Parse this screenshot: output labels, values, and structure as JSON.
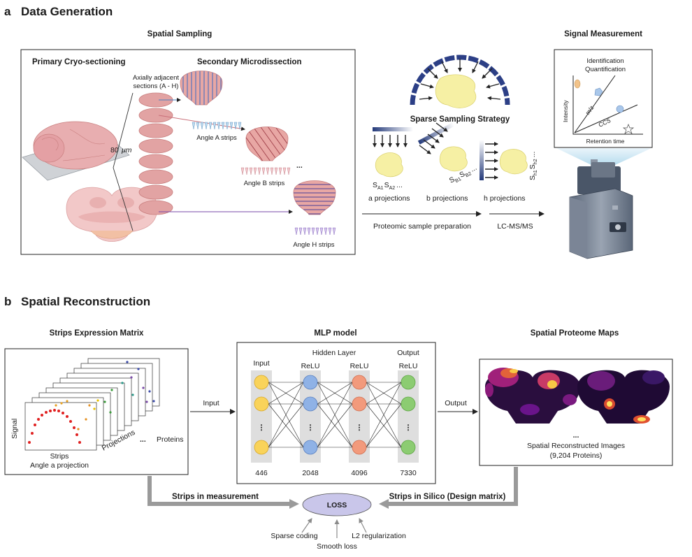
{
  "panel_a": {
    "letter": "a",
    "title": "Data Generation",
    "spatial_sampling": {
      "title": "Spatial Sampling",
      "primary_title": "Primary Cryo-sectioning",
      "secondary_title": "Secondary Microdissection",
      "axial_line1": "Axially adjacent",
      "axial_line2": "sections (A - H)",
      "thickness_value": "80",
      "thickness_unit": "μm",
      "angle_a": "Angle A strips",
      "angle_b": "Angle B strips",
      "angle_h": "Angle H strips",
      "ellipsis": "..."
    },
    "sparse": {
      "title": "Sparse Sampling Strategy",
      "a_projections": "a projections",
      "b_projections": "b projections",
      "h_projections": "h projections",
      "sa": "S",
      "sa_sub1": "A1",
      "sa_sub2": "A2",
      "sb": "S",
      "sb_sub1": "B1",
      "sb_sub2": "B2",
      "sh": "S",
      "sh_sub1": "h1",
      "sh_sub2": "h2",
      "dots": "...",
      "prep_label": "Proteomic sample preparation",
      "lcms_label": "LC-MS/MS"
    },
    "signal": {
      "title": "Signal Measurement",
      "line1": "Identification",
      "line2": "Quantification",
      "y_axis": "Intensity",
      "x_axis": "Retention time",
      "mz": "m/z",
      "ccs": "CCS"
    }
  },
  "panel_b": {
    "letter": "b",
    "title": "Spatial Reconstruction",
    "matrix": {
      "title": "Strips Expression Matrix",
      "signal": "Signal",
      "strips": "Strips",
      "angle": "Angle a projection",
      "projections": "Projections",
      "proteins": "Proteins",
      "dots": "..."
    },
    "mlp": {
      "title": "MLP model",
      "hidden": "Hidden Layer",
      "output_hdr": "Output",
      "input_hdr": "Input",
      "relu": "ReLU",
      "sizes": [
        "446",
        "2048",
        "4096",
        "7330"
      ],
      "vdots": "⋮"
    },
    "input_arrow": "Input",
    "output_arrow": "Output",
    "maps": {
      "title": "Spatial Proteome Maps",
      "dots": "...",
      "line1": "Spatial Reconstructed Images",
      "line2": "(9,204 Proteins)"
    },
    "loss": {
      "label": "LOSS",
      "left": "Strips in measurement",
      "right": "Strips in Silico (Design matrix)",
      "sparse": "Sparse coding",
      "smooth": "Smooth loss",
      "l2": "L2 regularization"
    }
  },
  "colors": {
    "tissue": "#e2a3a3",
    "tissue_stroke": "#c97f7f",
    "yellow_blob": "#f6f0a4",
    "node_yellow": "#f9d35a",
    "node_blue": "#8fb2e6",
    "node_orange": "#f29a7c",
    "node_green": "#8ccc72",
    "loss": "#c9c6ea",
    "grey_arrow": "#9a9a9a"
  }
}
